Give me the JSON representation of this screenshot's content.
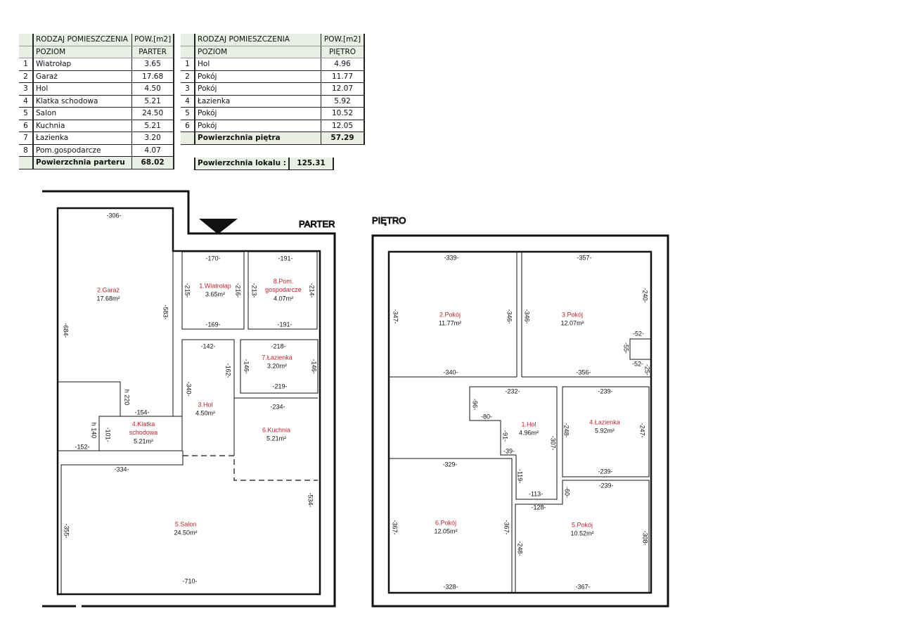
{
  "parter_table": {
    "header": [
      "RODZAJ POMIESZCZENIA",
      "POW.[m2]"
    ],
    "subheader": [
      "POZIOM",
      "PARTER"
    ],
    "rows": [
      {
        "no": "1",
        "name": "Wiatrołap",
        "area": "3.65"
      },
      {
        "no": "2",
        "name": "Garaż",
        "area": "17.68"
      },
      {
        "no": "3",
        "name": "Hol",
        "area": "4.50"
      },
      {
        "no": "4",
        "name": "Klatka schodowa",
        "area": "5.21"
      },
      {
        "no": "5",
        "name": "Salon",
        "area": "24.50"
      },
      {
        "no": "6",
        "name": "Kuchnia",
        "area": "5.21"
      },
      {
        "no": "7",
        "name": "Łazienka",
        "area": "3.20"
      },
      {
        "no": "8",
        "name": "Pom.gospodarcze",
        "area": "4.07"
      }
    ],
    "total_label": "Powierzchnia parteru",
    "total_value": "68.02"
  },
  "pietro_table": {
    "header": [
      "RODZAJ POMIESZCZENIA",
      "POW.[m2]"
    ],
    "subheader": [
      "POZIOM",
      "PIĘTRO"
    ],
    "rows": [
      {
        "no": "1",
        "name": "Hol",
        "area": "4.96"
      },
      {
        "no": "2",
        "name": "Pokój",
        "area": "11.77"
      },
      {
        "no": "3",
        "name": "Pokój",
        "area": "12.07"
      },
      {
        "no": "4",
        "name": "Łazienka",
        "area": "5.92"
      },
      {
        "no": "5",
        "name": "Pokój",
        "area": "10.52"
      },
      {
        "no": "6",
        "name": "Pokój",
        "area": "12.05"
      }
    ],
    "total_label": "Powierzchnia piętra",
    "total_value": "57.29"
  },
  "lokal_total": {
    "label": "Powierzchnia lokalu :",
    "value": "125.31"
  },
  "parter_plan": {
    "title": "PARTER",
    "dims": [
      "-306-",
      "-170-",
      "-191-",
      "-215-",
      "-216-",
      "-213-",
      "-214-",
      "-169-",
      "-191-",
      "-583-",
      "-684-",
      "-142-",
      "-218-",
      "-162-",
      "-146-",
      "-146-",
      "-219-",
      "-340-",
      "-234-",
      "h 220",
      "-154-",
      "h 140",
      "-101-",
      "-152-",
      "-334-",
      "-534-",
      "-355-",
      "-710-"
    ],
    "rooms": [
      {
        "name": "2.Garaż",
        "area": "17.68m²"
      },
      {
        "name": "1.Wiatrołap",
        "area": "3.65m²"
      },
      {
        "name": "8.Pom. gospodarcze",
        "area": "4.07m²"
      },
      {
        "name": "7.Łazienka",
        "area": "3.20m²"
      },
      {
        "name": "3.Hol",
        "area": "4.50m²"
      },
      {
        "name": "4.Klatka schodowa",
        "area": "5.21m²"
      },
      {
        "name": "6.Kuchnia",
        "area": "5.21m²"
      },
      {
        "name": "5.Salon",
        "area": "24.50m²"
      }
    ]
  },
  "pietro_plan": {
    "title": "PIĘTRO",
    "dims": [
      "-339-",
      "-357-",
      "-240-",
      "-347-",
      "-346-",
      "-346-",
      "-52-",
      "-55-",
      "-52-",
      "-25-",
      "-340-",
      "-356-",
      "-232-",
      "-239-",
      "-96-",
      "-80-",
      "-91-",
      "-307-",
      "-248-",
      "-247-",
      "-39-",
      "-119-",
      "-329-",
      "-239-",
      "-113-",
      "-239-",
      "-60-",
      "-128-",
      "-367-",
      "-367-",
      "-248-",
      "-308-",
      "-328-",
      "-367-"
    ],
    "rooms": [
      {
        "name": "2.Pokój",
        "area": "11.77m²"
      },
      {
        "name": "3.Pokój",
        "area": "12.07m²"
      },
      {
        "name": "1.Hol",
        "area": "4.96m²"
      },
      {
        "name": "4.Łazienka",
        "area": "5.92m²"
      },
      {
        "name": "6.Pokój",
        "area": "12.05m²"
      },
      {
        "name": "5.Pokój",
        "area": "10.52m²"
      }
    ]
  }
}
